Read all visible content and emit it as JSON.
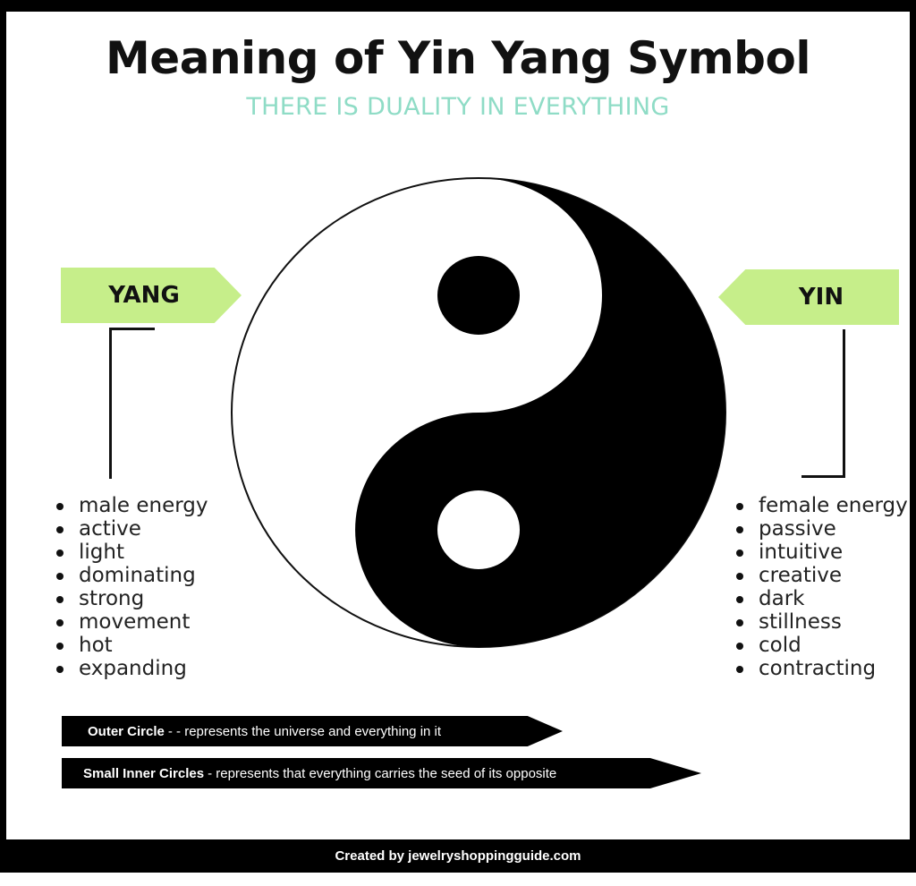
{
  "title": "Meaning of Yin Yang Symbol",
  "subtitle": "THERE IS DUALITY IN EVERYTHING",
  "yang": {
    "label": "YANG",
    "traits": [
      "male energy",
      "active",
      "light",
      "dominating",
      "strong",
      "movement",
      "hot",
      "expanding"
    ]
  },
  "yin": {
    "label": "YIN",
    "traits": [
      "female energy",
      "passive",
      "intuitive",
      "creative",
      "dark",
      "stillness",
      "cold",
      "contracting"
    ]
  },
  "notes": {
    "outer": {
      "term": "Outer Circle",
      "text": "- - represents the universe and everything in it"
    },
    "inner": {
      "term": "Small Inner Circles",
      "text": "- represents that everything carries the seed of its opposite"
    }
  },
  "footer": "Created by jewelryshoppingguide.com",
  "colors": {
    "tag": "#c6ee8a",
    "subtitle": "#8fdcc6",
    "dark": "#000000",
    "light": "#ffffff"
  }
}
